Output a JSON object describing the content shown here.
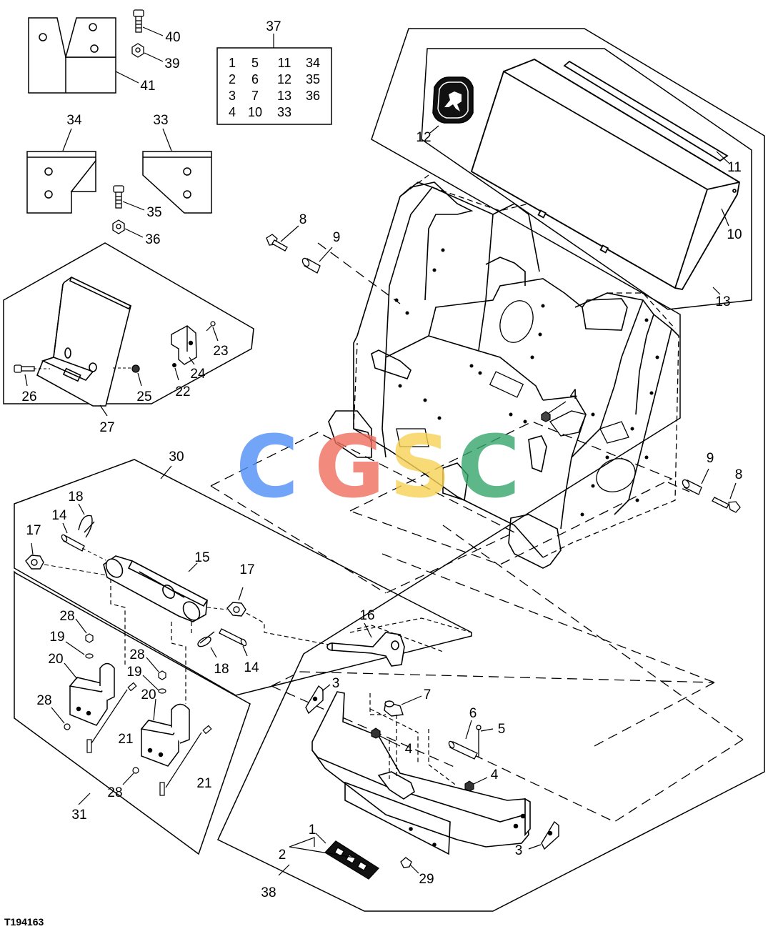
{
  "figure_code": "T194163",
  "kit_box": {
    "callout": "37",
    "rows": [
      [
        "1",
        "5",
        "11",
        "34"
      ],
      [
        "2",
        "6",
        "12",
        "35"
      ],
      [
        "3",
        "7",
        "13",
        "36"
      ],
      [
        "4",
        "10",
        "33",
        ""
      ]
    ]
  },
  "watermark": {
    "letters": [
      {
        "char": "C",
        "color": "#4f8ff7"
      },
      {
        "char": "G",
        "color": "#ef6f5f"
      },
      {
        "char": "S",
        "color": "#f7d154"
      },
      {
        "char": "C",
        "color": "#37a66b"
      }
    ]
  },
  "callouts": {
    "c1": "1",
    "c2": "2",
    "c3a": "3",
    "c3b": "3",
    "c4a": "4",
    "c4b": "4",
    "c4c": "4",
    "c5": "5",
    "c6": "6",
    "c7": "7",
    "c8a": "8",
    "c8b": "8",
    "c9a": "9",
    "c9b": "9",
    "c10": "10",
    "c11": "11",
    "c12": "12",
    "c13": "13",
    "c14a": "14",
    "c14b": "14",
    "c15": "15",
    "c16": "16",
    "c17a": "17",
    "c17b": "17",
    "c18a": "18",
    "c18b": "18",
    "c19a": "19",
    "c19b": "19",
    "c20a": "20",
    "c20b": "20",
    "c21a": "21",
    "c21b": "21",
    "c22": "22",
    "c23": "23",
    "c24": "24",
    "c25": "25",
    "c26": "26",
    "c27": "27",
    "c28a": "28",
    "c28b": "28",
    "c28c": "28",
    "c28d": "28",
    "c29": "29",
    "c30": "30",
    "c31": "31",
    "c33": "33",
    "c34": "34",
    "c35": "35",
    "c36": "36",
    "c38": "38",
    "c39": "39",
    "c40": "40",
    "c41": "41"
  }
}
